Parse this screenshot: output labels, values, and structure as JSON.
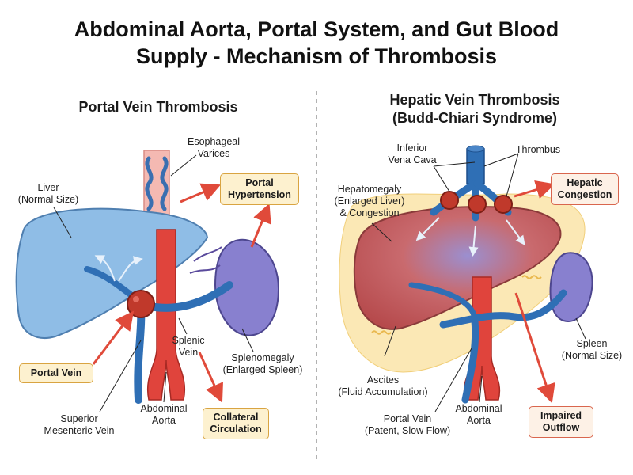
{
  "title": "Abdominal Aorta, Portal System, and Gut Blood\nSupply - Mechanism of Thrombosis",
  "left_panel": {
    "title": "Portal Vein Thrombosis",
    "labels": {
      "esophageal_varices": "Esophageal\nVarices",
      "liver": "Liver\n(Normal Size)",
      "splenic_vein": "Splenic\nVein",
      "splenomegaly": "Splenomegaly\n(Enlarged Spleen)",
      "superior_mesenteric_vein": "Superior\nMesenteric Vein",
      "abdominal_aorta": "Abdominal\nAorta"
    },
    "boxes": {
      "portal_hypertension": "Portal\nHypertension",
      "portal_vein": "Portal Vein",
      "collateral_circulation": "Collateral\nCirculation"
    }
  },
  "right_panel": {
    "title": "Hepatic Vein Thrombosis\n(Budd-Chiari Syndrome)",
    "labels": {
      "ivc": "Inferior\nVena Cava",
      "thrombus": "Thrombus",
      "hepatomegaly": "Hepatomegaly\n(Enlarged Liver)\n& Congestion",
      "spleen": "Spleen\n(Normal Size)",
      "ascites": "Ascites\n(Fluid Accumulation)",
      "portal_vein": "Portal Vein\n(Patent, Slow Flow)",
      "abdominal_aorta": "Abdominal\nAorta"
    },
    "boxes": {
      "hepatic_congestion": "Hepatic\nCongestion",
      "impaired_outflow": "Impaired\nOutflow"
    }
  },
  "colors": {
    "liver_normal": "#8fbde6",
    "liver_congested": "#c85a5a",
    "spleen": "#8880cf",
    "aorta": "#e0443c",
    "vein": "#2f6fb5",
    "thrombus": "#c0392b",
    "ascites": "#fbe8b5",
    "arrow": "#e04a3a",
    "callout_fill": "#fdf1cf",
    "callout_border": "#d9a441"
  }
}
